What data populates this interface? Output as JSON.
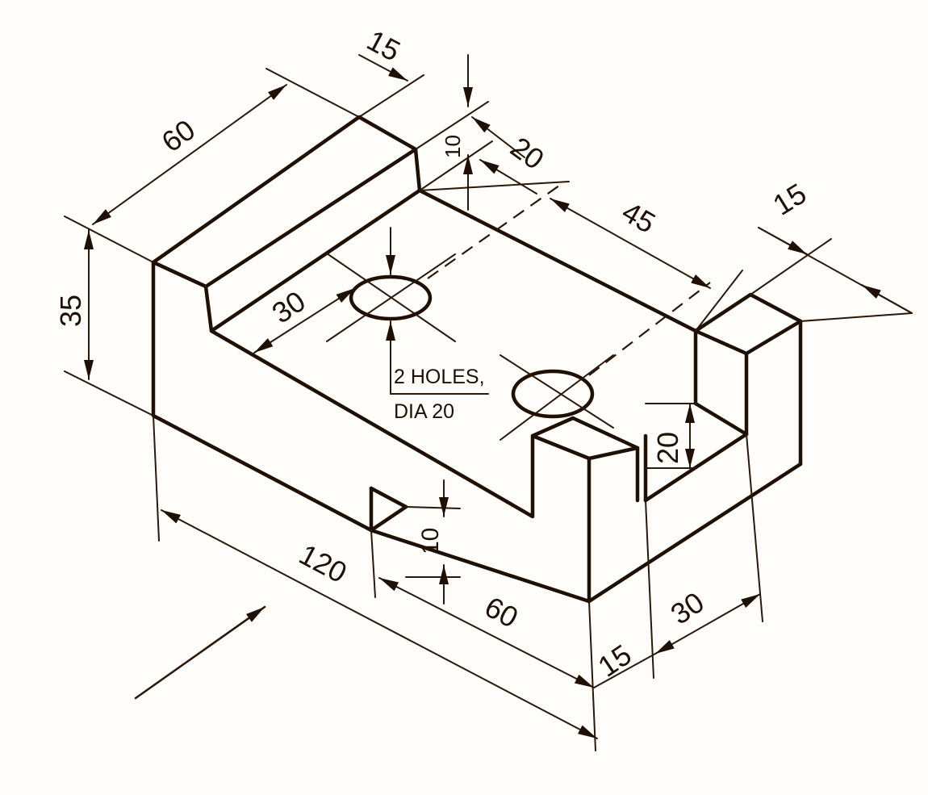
{
  "drawing": {
    "ink_color": "#1e1005",
    "paper_color": "#fffdfa",
    "dimensions": {
      "top_15": "15",
      "width_60": "60",
      "height_35": "35",
      "rib_10": "10",
      "rib_20": "20",
      "slot_45": "45",
      "lug_15_top": "15",
      "hole_30": "30",
      "slot_20": "20",
      "notch_10": "10",
      "length_120": "120",
      "notch_60": "60",
      "end_15": "15",
      "end_30": "30"
    },
    "note": {
      "line1": "2 HOLES,",
      "line2": "DIA 20"
    }
  }
}
